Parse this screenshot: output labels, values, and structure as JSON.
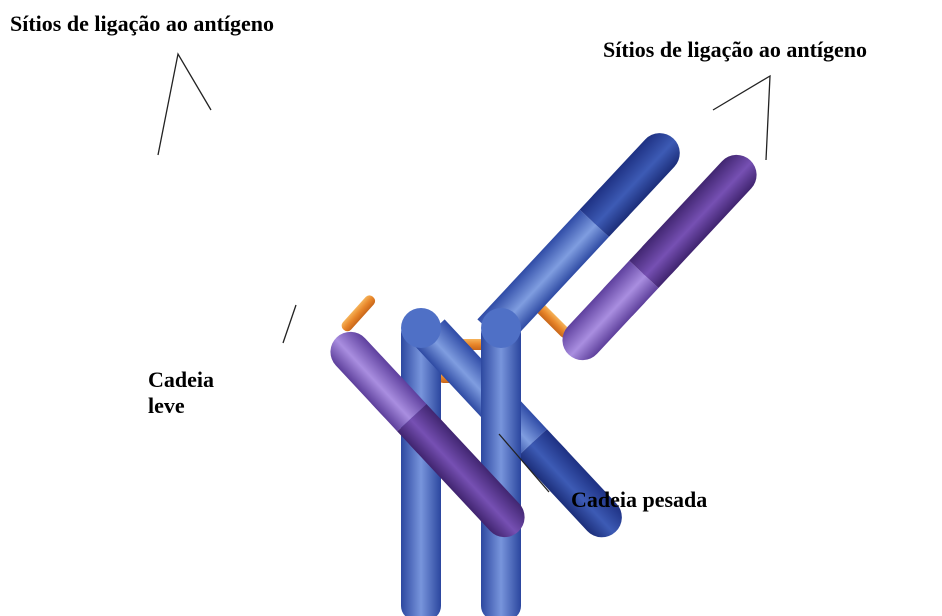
{
  "labels": {
    "antigen_sites_left": "Sítios de ligação ao antígeno",
    "antigen_sites_right": "Sítios de ligação ao antígeno",
    "light_chain": [
      "Cadeia",
      "leve"
    ],
    "heavy_chain": "Cadeia pesada"
  },
  "colors": {
    "heavy_chain_constant": "#4a6fc4",
    "heavy_chain_variable": "#2a3f95",
    "light_chain_constant": "#8a6cc6",
    "light_chain_variable": "#5b3a9c",
    "disulfide_bond": "#e8922d",
    "label_line": "#222222"
  }
}
